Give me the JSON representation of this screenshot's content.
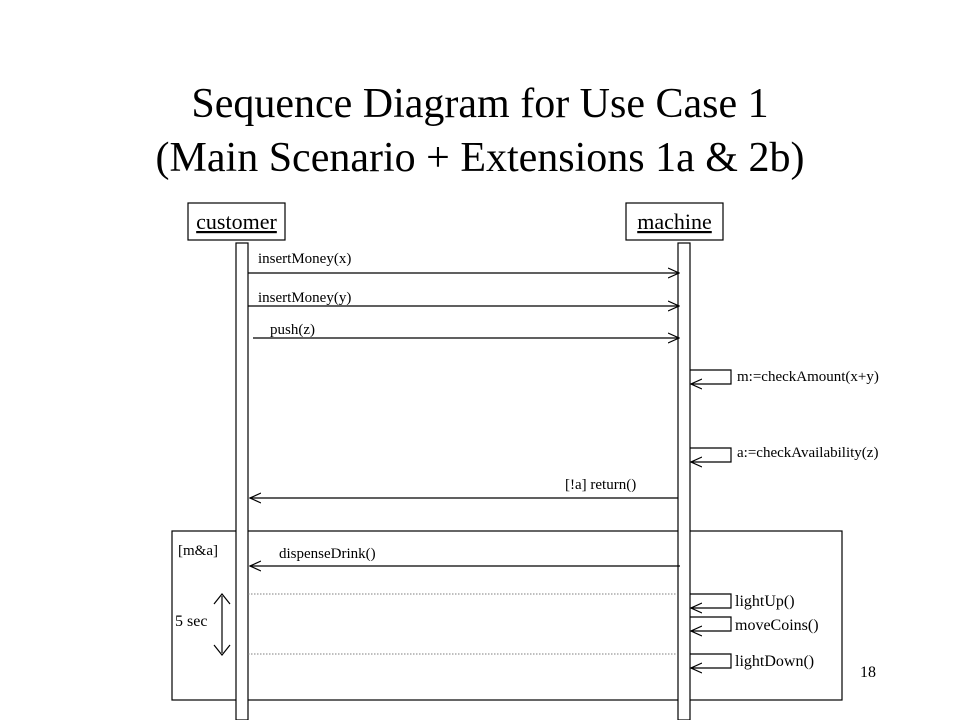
{
  "title": {
    "line1": "Sequence Diagram for Use Case 1",
    "line2": "(Main Scenario + Extensions 1a & 2b)"
  },
  "actors": {
    "customer": "customer",
    "machine": "machine"
  },
  "messages": {
    "insert_x": "insertMoney(x)",
    "insert_y": "insertMoney(y)",
    "push_z": "push(z)",
    "check_amount": "m:=checkAmount(x+y)",
    "check_availability": "a:=checkAvailability(z)",
    "return": "[!a] return()",
    "dispense": "dispenseDrink()",
    "light_up": "lightUp()",
    "move_coins": "moveCoins()",
    "light_down": "lightDown()"
  },
  "fragment": {
    "guard": "[m&a]",
    "timing": "5 sec"
  },
  "page_number": "18",
  "colors": {
    "ink": "#000000",
    "dotted": "#7f7f7f",
    "background": "#ffffff"
  }
}
